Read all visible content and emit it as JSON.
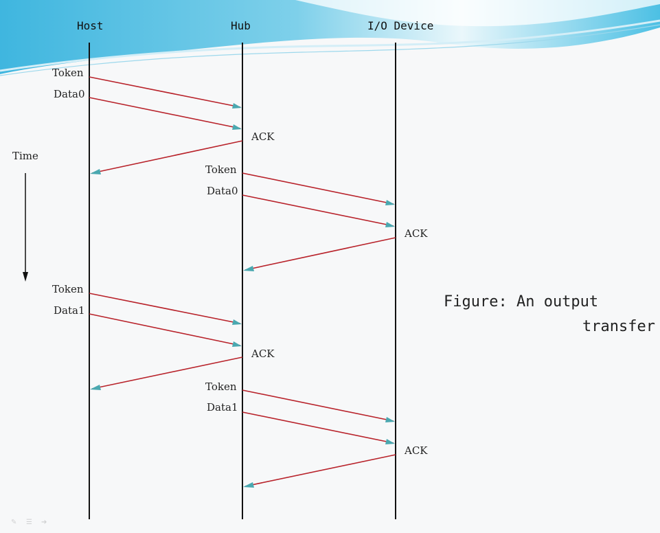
{
  "lanes": [
    "Host",
    "Hub",
    "I/O Device"
  ],
  "time_label": "Time",
  "caption": [
    "Figure: An output",
    "transfer"
  ],
  "messages": [
    {
      "from": "Host",
      "to": "Hub",
      "label": "Token"
    },
    {
      "from": "Host",
      "to": "Hub",
      "label": "Data0"
    },
    {
      "from": "Hub",
      "to": "Host",
      "label": "ACK"
    },
    {
      "from": "Hub",
      "to": "I/O Device",
      "label": "Token"
    },
    {
      "from": "Hub",
      "to": "I/O Device",
      "label": "Data0"
    },
    {
      "from": "I/O Device",
      "to": "Hub",
      "label": "ACK"
    },
    {
      "from": "Host",
      "to": "Hub",
      "label": "Token"
    },
    {
      "from": "Host",
      "to": "Hub",
      "label": "Data1"
    },
    {
      "from": "Hub",
      "to": "Host",
      "label": "ACK"
    },
    {
      "from": "Hub",
      "to": "I/O Device",
      "label": "Token"
    },
    {
      "from": "Hub",
      "to": "I/O Device",
      "label": "Data1"
    },
    {
      "from": "I/O Device",
      "to": "Hub",
      "label": "ACK"
    }
  ],
  "colors": {
    "arrow": "#b8222a",
    "arrowhead": "#4aa8b0",
    "lifeline": "#111111",
    "wave_top": "#5cc6e6",
    "wave_light": "#bfe6f3"
  },
  "toolbar_icons": [
    "pen-icon",
    "menu-icon",
    "next-icon"
  ]
}
